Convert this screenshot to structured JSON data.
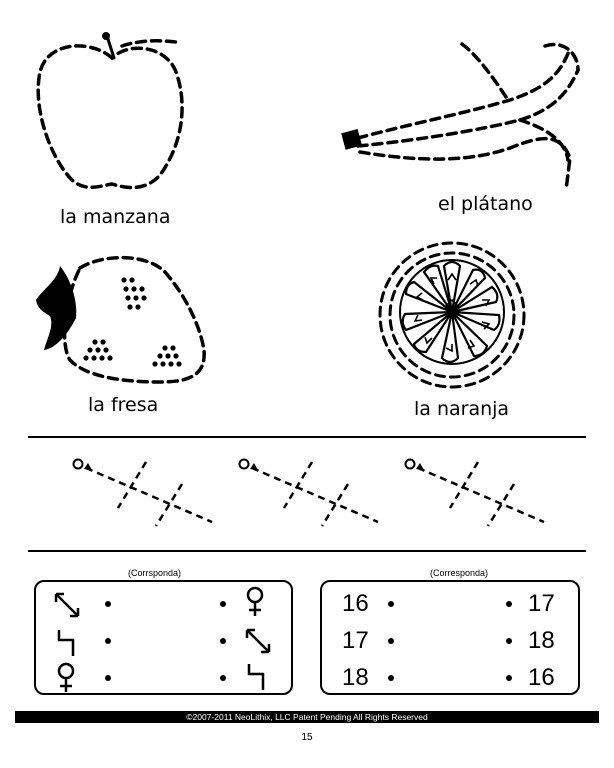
{
  "fruits": [
    {
      "label": "la manzana",
      "icon": "apple-icon"
    },
    {
      "label": "el plátano",
      "icon": "banana-icon"
    },
    {
      "label": "la fresa",
      "icon": "strawberry-icon"
    },
    {
      "label": "la naranja",
      "icon": "orange-icon"
    }
  ],
  "match_left": {
    "caption": "(Corrsponda)",
    "left_symbols": [
      "diagonal-arrows-icon",
      "step-line-icon",
      "female-symbol-icon"
    ],
    "right_symbols": [
      "female-symbol-icon",
      "diagonal-arrows-icon",
      "step-line-icon"
    ]
  },
  "match_right": {
    "caption": "(Corresponda)",
    "left_numbers": [
      "16",
      "17",
      "18"
    ],
    "right_numbers": [
      "17",
      "18",
      "16"
    ]
  },
  "footer": {
    "copyright": "©2007-2011 NeoLithix, LLC  Patent Pending  All Rights Reserved",
    "page_number": "15"
  }
}
